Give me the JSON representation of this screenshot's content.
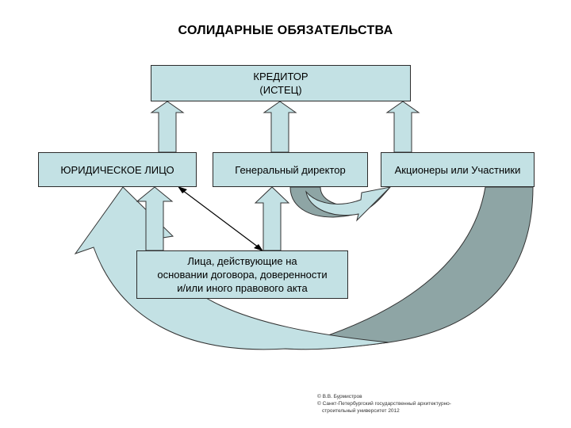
{
  "title": "СОЛИДАРНЫЕ ОБЯЗАТЕЛЬСТВА",
  "boxes": {
    "creditor": {
      "line1": "КРЕДИТОР",
      "line2": "(ИСТЕЦ)"
    },
    "legal_entity": "ЮРИДИЧЕСКОЕ ЛИЦО",
    "general_director": "Генеральный директор",
    "shareholders": "Акционеры или Участники",
    "persons": {
      "line1": "Лица, действующие на",
      "line2": "основании договора, доверенности",
      "line3": "и/или иного правового акта"
    }
  },
  "credits": {
    "author": "© В.В. Бурмистров",
    "org_line1": "© Санкт-Петербургский государственный архитектурно-",
    "org_line2": "строительный университет 2012"
  },
  "colors": {
    "box_fill": "#c3e1e4",
    "box_border": "#2c2c2c",
    "arrow_light": "#c3e1e4",
    "arrow_dark": "#8ea5a5"
  }
}
